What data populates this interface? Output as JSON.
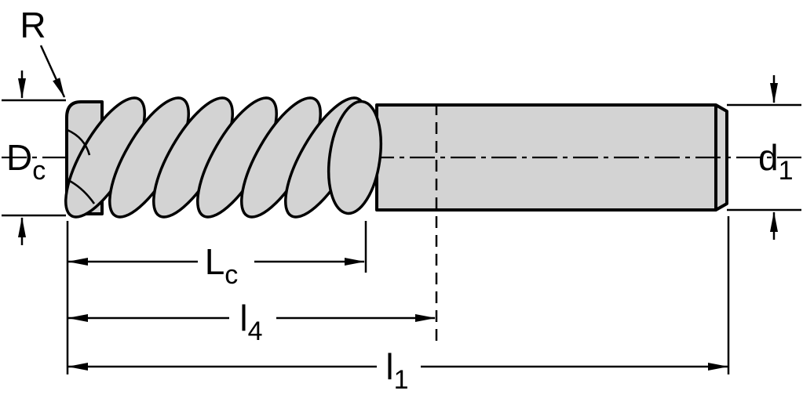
{
  "diagram": {
    "type": "technical-drawing",
    "colors": {
      "line": "#000000",
      "fill": "#d3d3d3",
      "background": "#ffffff"
    },
    "labels": {
      "radius": {
        "text": "R"
      },
      "cutting_diameter": {
        "base": "D",
        "sub": "c"
      },
      "shank_diameter": {
        "base": "d",
        "sub": "1"
      },
      "cutting_length": {
        "base": "L",
        "sub": "c"
      },
      "length_4": {
        "base": "l",
        "sub": "4"
      },
      "overall_length": {
        "base": "l",
        "sub": "1"
      }
    }
  }
}
